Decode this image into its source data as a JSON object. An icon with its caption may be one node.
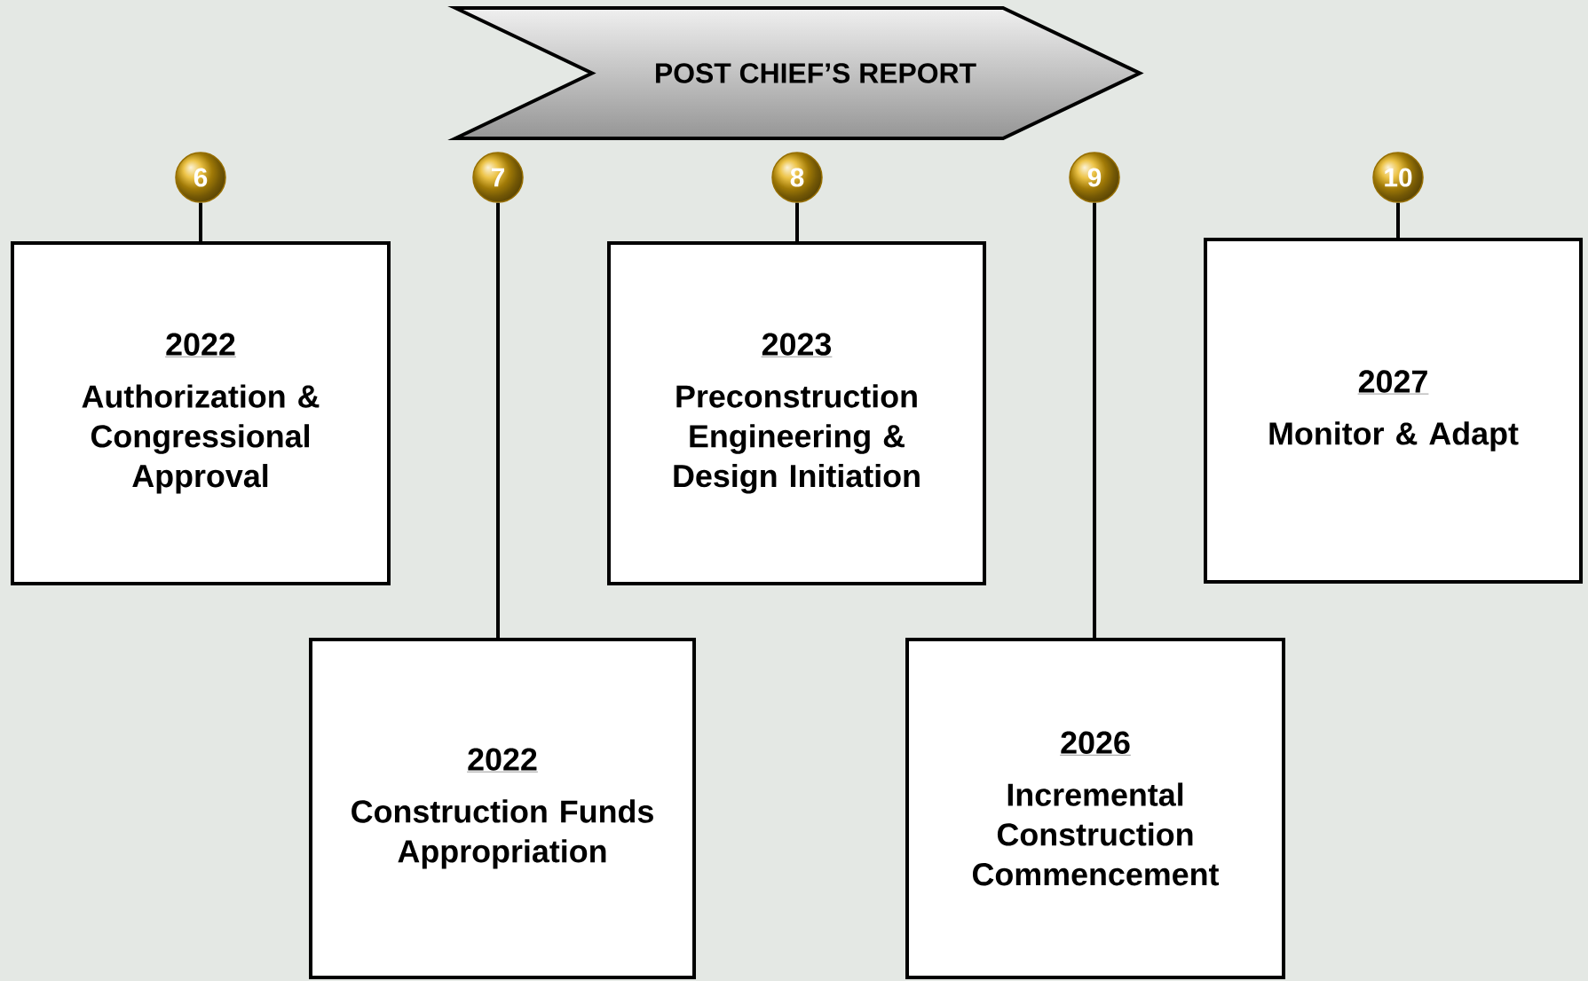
{
  "diagram": {
    "nodes": [
      {
        "text": [
          "POST CHIEF’S REPORT"
        ]
      },
      {
        "text": [
          "6"
        ]
      },
      {
        "text": [
          "7"
        ]
      },
      {
        "text": [
          "8"
        ]
      },
      {
        "text": [
          "9"
        ]
      },
      {
        "text": [
          "10"
        ]
      },
      {
        "text": [
          "2022",
          "Authorization & Congressional Approval"
        ]
      },
      {
        "text": [
          "2022",
          "Construction Funds Appropriation"
        ]
      },
      {
        "text": [
          "2023",
          "Preconstruction Engineering & Design Initiation"
        ]
      },
      {
        "text": [
          "2026",
          "Incremental Construction Commencement"
        ]
      },
      {
        "text": [
          "2027",
          "Monitor & Adapt"
        ]
      }
    ],
    "edges": [
      {
        "from": 1,
        "to": 6,
        "arrow": "none"
      },
      {
        "from": 2,
        "to": 7,
        "arrow": "none"
      },
      {
        "from": 3,
        "to": 8,
        "arrow": "none"
      },
      {
        "from": 4,
        "to": 9,
        "arrow": "none"
      },
      {
        "from": 5,
        "to": 10,
        "arrow": "none"
      }
    ]
  }
}
